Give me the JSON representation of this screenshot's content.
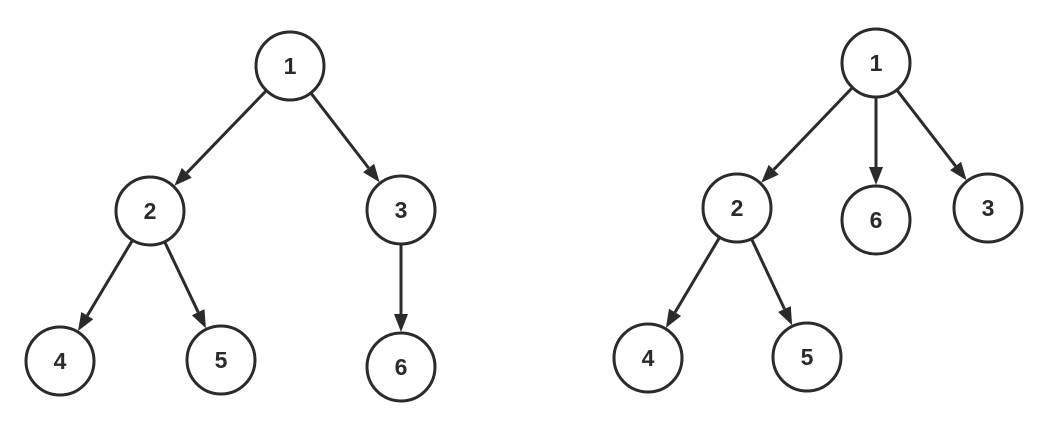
{
  "diagram": {
    "stroke_color": "#2b2b2b",
    "fill_color": "#ffffff",
    "trees": [
      {
        "id": "tree-left",
        "nodes": [
          {
            "id": "L1",
            "label": "1"
          },
          {
            "id": "L2",
            "label": "2"
          },
          {
            "id": "L3",
            "label": "3"
          },
          {
            "id": "L4",
            "label": "4"
          },
          {
            "id": "L5",
            "label": "5"
          },
          {
            "id": "L6",
            "label": "6"
          }
        ],
        "edges": [
          {
            "from": "L1",
            "to": "L2"
          },
          {
            "from": "L1",
            "to": "L3"
          },
          {
            "from": "L2",
            "to": "L4"
          },
          {
            "from": "L2",
            "to": "L5"
          },
          {
            "from": "L3",
            "to": "L6"
          }
        ]
      },
      {
        "id": "tree-right",
        "nodes": [
          {
            "id": "R1",
            "label": "1"
          },
          {
            "id": "R2",
            "label": "2"
          },
          {
            "id": "R6",
            "label": "6"
          },
          {
            "id": "R3",
            "label": "3"
          },
          {
            "id": "R4",
            "label": "4"
          },
          {
            "id": "R5",
            "label": "5"
          }
        ],
        "edges": [
          {
            "from": "R1",
            "to": "R2"
          },
          {
            "from": "R1",
            "to": "R6"
          },
          {
            "from": "R1",
            "to": "R3"
          },
          {
            "from": "R2",
            "to": "R4"
          },
          {
            "from": "R2",
            "to": "R5"
          }
        ]
      }
    ]
  }
}
